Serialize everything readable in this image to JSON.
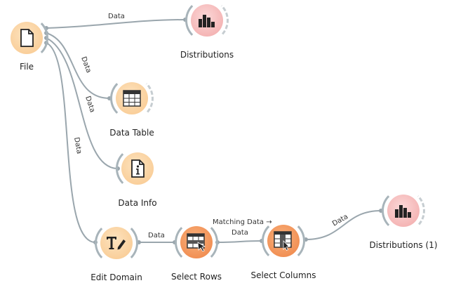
{
  "nodes": {
    "file": {
      "label": "File",
      "icon": "file-icon"
    },
    "distributions": {
      "label": "Distributions",
      "icon": "bar-chart-icon"
    },
    "data_table": {
      "label": "Data Table",
      "icon": "table-icon"
    },
    "data_info": {
      "label": "Data Info",
      "icon": "info-icon"
    },
    "edit_domain": {
      "label": "Edit Domain",
      "icon": "text-edit-icon"
    },
    "select_rows": {
      "label": "Select Rows",
      "icon": "select-rows-icon"
    },
    "select_columns": {
      "label": "Select Columns",
      "icon": "select-columns-icon"
    },
    "distributions_1": {
      "label": "Distributions (1)",
      "icon": "bar-chart-icon"
    }
  },
  "links": {
    "file_to_distributions": "Data",
    "file_to_data_table": "Data",
    "file_to_data_info": "Data",
    "file_to_edit_domain": "Data",
    "edit_domain_to_select_rows": "Data",
    "select_rows_to_select_columns_top": "Matching Data →",
    "select_rows_to_select_columns_bottom": "Data",
    "select_columns_to_distributions_1": "Data"
  },
  "colors": {
    "orange_node": "#f8c78c",
    "pink_node": "#f2a7a7",
    "deep_orange_node": "#ee8244",
    "link": "#9aa6ad"
  }
}
